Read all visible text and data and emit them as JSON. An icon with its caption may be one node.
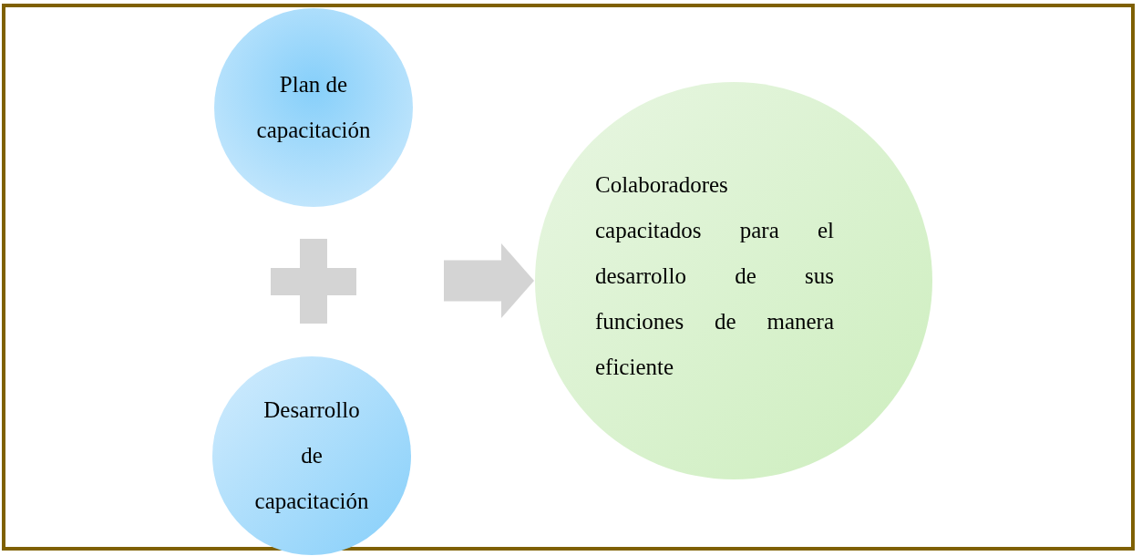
{
  "diagram": {
    "nodes": [
      {
        "text": [
          "Plan de capacitación"
        ]
      },
      {
        "text": [
          "Desarrollo de capacitación"
        ]
      },
      {
        "text": [
          "Colaboradores capacitados para el desarrollo de sus funciones de manera eficiente"
        ]
      }
    ],
    "edges": [
      {
        "from": null,
        "to": 2,
        "arrow": "to"
      }
    ]
  }
}
